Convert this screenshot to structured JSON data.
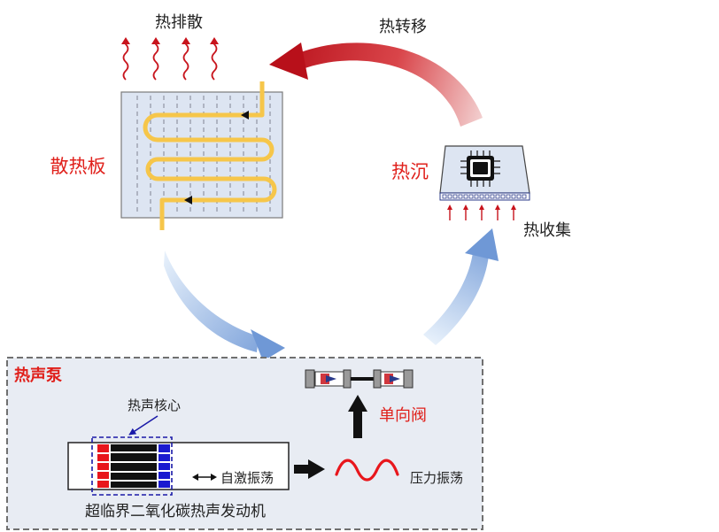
{
  "labels": {
    "heat_exhaust": "热排散",
    "heat_transfer": "热转移",
    "radiator": "散热板",
    "heat_sink": "热沉",
    "heat_collection": "热收集",
    "thermoacoustic_pump": "热声泵",
    "thermoacoustic_core": "热声核心",
    "self_oscillation": "自激振荡",
    "pressure_oscillation": "压力振荡",
    "check_valve": "单向阀",
    "engine": "超临界二氧化碳热声发动机"
  },
  "colors": {
    "red_label": "#e0201b",
    "dark_red": "#b8101a",
    "blue": "#1a1aa8",
    "panel_fill": "#dde5f2",
    "tube_yellow": "#f6c64a",
    "arrow_blue": "#7ea6dc"
  },
  "icons": {
    "heat_rising": "wavy-arrow-up-icon",
    "chip": "chip-icon",
    "check_valve": "valve-icon"
  }
}
